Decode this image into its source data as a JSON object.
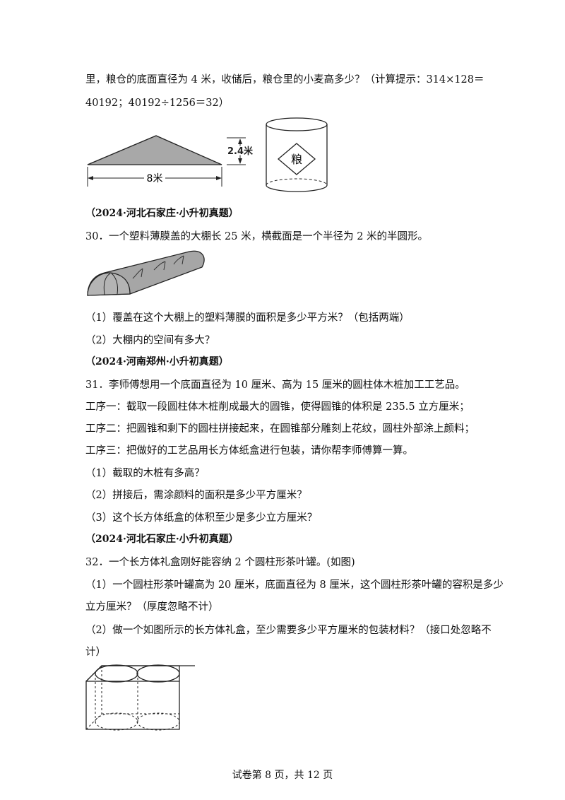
{
  "intro": {
    "line1": "里，粮仓的底面直径为 4 米，收储后，粮仓里的小麦高多少？（计算提示：314×128＝",
    "line2": "40192；40192÷1256＝32）"
  },
  "fig1": {
    "height_label": "2.4米",
    "width_label": "8米",
    "barn_char": "粮"
  },
  "q30": {
    "source": "（2024·河北石家庄·小升初真题）",
    "stem": "30．一个塑料薄膜盖的大棚长 25 米，横截面是一个半径为 2 米的半圆形。",
    "sub1": "（1）覆盖在这个大棚上的塑料薄膜的面积是多少平方米？（包括两端）",
    "sub2": "（2）大棚内的空间有多大？"
  },
  "q31": {
    "source": "（2024·河南郑州·小升初真题）",
    "stem": "31．李师傅想用一个底面直径为 10 厘米、高为 15 厘米的圆柱体木桩加工工艺品。",
    "step1": "工序一：截取一段圆柱体木桩削成最大的圆锥，使得圆锥的体积是 235.5 立方厘米；",
    "step2": "工序二：把圆锥和剩下的圆柱拼接起来，在圆锥部分雕刻上花纹，圆柱外部涂上颜料；",
    "step3": "工序三：把做好的工艺品用长方体纸盒进行包装，请你帮李师傅算一算。",
    "sub1": "（1）截取的木桩有多高？",
    "sub2": "（2）拼接后，需涂颜料的面积是多少平方厘米？",
    "sub3": "（3）这个长方体纸盒的体积至少是多少立方厘米？"
  },
  "q32": {
    "source": "（2024·河北石家庄·小升初真题）",
    "stem": "32．一个长方体礼盒刚好能容纳 2 个圆柱形茶叶罐。(如图)",
    "sub1_a": "（1）一个圆柱形茶叶罐高为 20 厘米，底面直径为 8 厘米，这个圆柱形茶叶罐的容积是多少",
    "sub1_b": "立方厘米？（厚度忽略不计）",
    "sub2_a": "（2）做一个如图所示的长方体礼盒，至少需要多少平方厘米的包装材料？（接口处忽略不",
    "sub2_b": "计）"
  },
  "footer": "试卷第 8 页，共 12 页"
}
